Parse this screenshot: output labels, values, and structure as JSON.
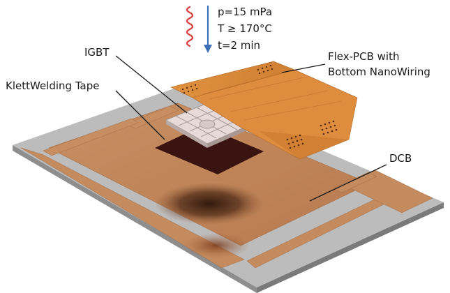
{
  "process": {
    "pressure": "p=15 mPa",
    "temperature": "T ≥ 170°C",
    "time": "t=2 min"
  },
  "labels": {
    "igbt": "IGBT",
    "tape": "KlettWelding Tape",
    "flex_line1": "Flex-PCB with",
    "flex_line2": "Bottom NanoWiring",
    "dcb": "DCB"
  },
  "colors": {
    "heat_wave": "#d93a3a",
    "pressure_arrow": "#3c6fb5",
    "copper": "#c98f62",
    "substrate": "#bcbcbc",
    "flex_pcb": "#d98a3c",
    "tape": "#3a1410",
    "chip": "#ddd0cc"
  },
  "icons": {
    "heat": "heat-wave-icon",
    "pressure": "down-arrow-icon"
  }
}
